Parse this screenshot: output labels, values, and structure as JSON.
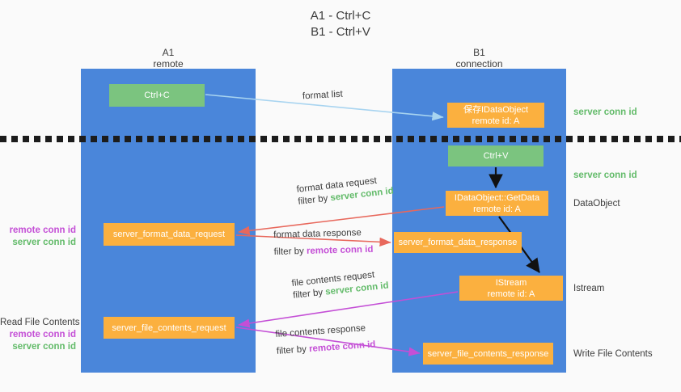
{
  "title": {
    "line1": "A1 - Ctrl+C",
    "line2": "B1 - Ctrl+V"
  },
  "columns": [
    {
      "name": "A1",
      "sub": "remote"
    },
    {
      "name": "B1",
      "sub": "connection"
    }
  ],
  "nodes": {
    "ctrl_c": {
      "line1": "Ctrl+C",
      "line2": ""
    },
    "save_idataobject": {
      "line1": "保存IDataObject",
      "line2": "remote id: A"
    },
    "ctrl_v": {
      "line1": "Ctrl+V",
      "line2": ""
    },
    "getdata": {
      "line1": "IDataObject::GetData",
      "line2": "remote id: A"
    },
    "server_format_data_request": {
      "line1": "server_format_data_request",
      "line2": ""
    },
    "server_format_data_response": {
      "line1": "server_format_data_response",
      "line2": ""
    },
    "istream": {
      "line1": "IStream",
      "line2": "remote id: A"
    },
    "server_file_contents_request": {
      "line1": "server_file_contents_request",
      "line2": ""
    },
    "server_file_contents_response": {
      "line1": "server_file_contents_response",
      "line2": ""
    }
  },
  "edge_labels": {
    "format_list": "format list",
    "format_data_request": "format data request",
    "format_data_request_filter_prefix": "filter by ",
    "format_data_request_filter_key": "server conn id",
    "format_data_response": "format data response",
    "format_data_response_filter_prefix": "filter by ",
    "format_data_response_filter_key": "remote conn id",
    "file_contents_request": "file contents request",
    "file_contents_request_filter_prefix": "filter by ",
    "file_contents_request_filter_key": "server conn id",
    "file_contents_response": "file contents response",
    "file_contents_response_filter_prefix": "filter by ",
    "file_contents_response_filter_key": "remote conn id"
  },
  "side_notes": {
    "server_conn_id_top": "server conn id",
    "server_conn_id_second": "server conn id",
    "dataobject": "DataObject",
    "istream": "Istream",
    "write_file_contents": "Write File Contents"
  },
  "left_notes": {
    "format_remote": "remote conn id",
    "format_server": "server conn id",
    "read_file_contents": "Read File Contents",
    "file_remote": "remote conn id",
    "file_server": "server conn id"
  },
  "colors": {
    "lane_blue": "#4a86da",
    "node_green": "#7bc47f",
    "node_orange": "#fbb03f",
    "arrow_light_blue": "#a8d4f0",
    "arrow_red": "#e8685c",
    "arrow_magenta": "#c44fd6",
    "arrow_black": "#111111",
    "text_green": "#63bb6a",
    "text_magenta": "#c44fd6",
    "background": "#fafafa"
  }
}
